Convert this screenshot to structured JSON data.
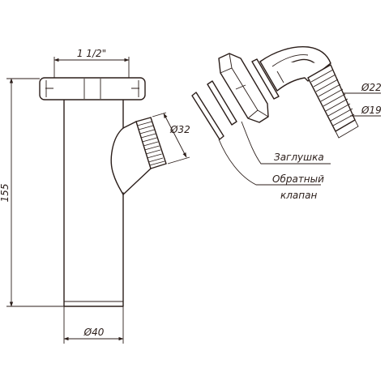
{
  "dimensions": {
    "nut_thread": "1 1/2\"",
    "outlet_diameter": "Ø32",
    "height": "155",
    "pipe_diameter": "Ø40",
    "hose_outer": "Ø22",
    "hose_inner": "Ø19"
  },
  "labels": {
    "plug": "Заглушка",
    "check_valve_line1": "Обратный",
    "check_valve_line2": "клапан"
  },
  "colors": {
    "ink": "#2b1e1a",
    "background": "#ffffff"
  }
}
